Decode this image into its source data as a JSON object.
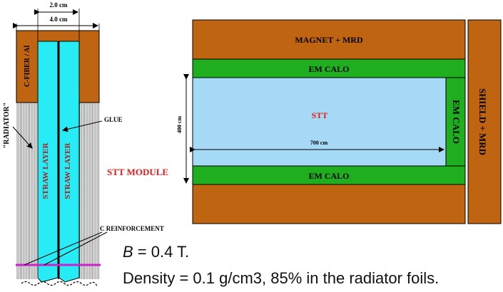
{
  "module": {
    "dim_2cm": "2.0 cm",
    "dim_4cm": "4.0 cm",
    "c_fiber": "C-FIBER / Al",
    "radiator": "\"RADIATOR\"",
    "glue": "GLUE",
    "straw_left": "STRAW LAYER",
    "straw_right": "STRAW LAYER",
    "module_label": "STT MODULE",
    "reinforcement": "C  REINFORCEMENT"
  },
  "detector": {
    "magnet_mrd": "MAGNET + MRD",
    "em_calo_top": "EM CALO",
    "em_calo_bottom": "EM CALO",
    "em_calo_side": "EM CALO",
    "stt": "STT",
    "width_label": "700 cm",
    "height_label": "400 cm",
    "shield_mrd": "SHIELD + MRD"
  },
  "caption": {
    "b_symbol": "B",
    "b_value": " = 0.4 T.",
    "density": "Density = 0.1 g/cm3, 85% in the radiator foils."
  },
  "colors": {
    "brown": "#bf6410",
    "green": "#1fae1f",
    "light_blue": "#a6d9f5",
    "cyan": "#27ecf5",
    "red": "#e51c1c",
    "magenta": "#cc22cc"
  }
}
